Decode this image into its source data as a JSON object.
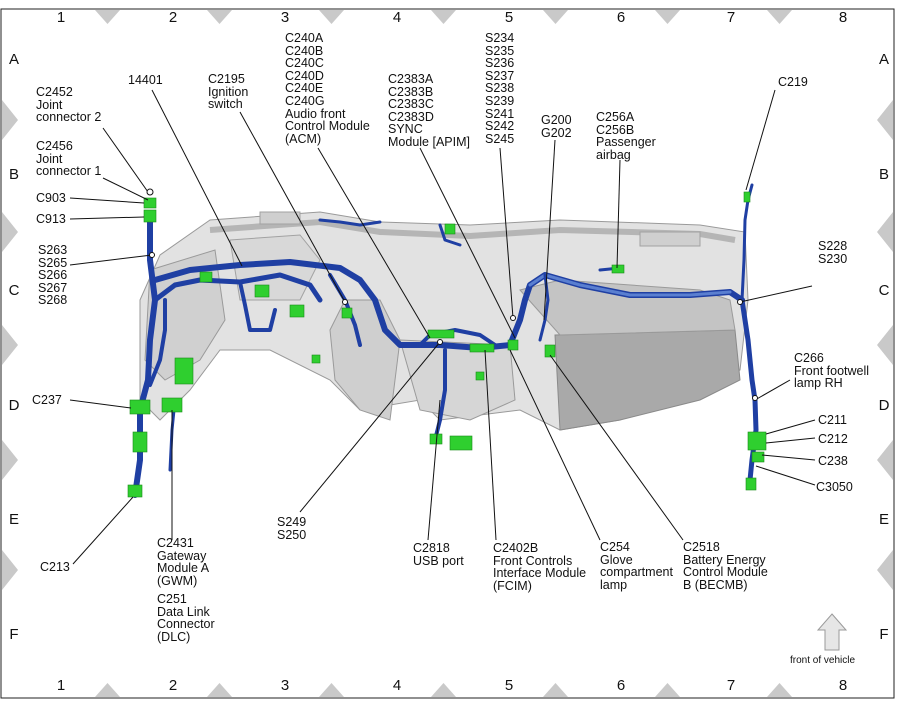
{
  "grid": {
    "columns": [
      "1",
      "2",
      "3",
      "4",
      "5",
      "6",
      "7",
      "8"
    ],
    "rows": [
      "A",
      "B",
      "C",
      "D",
      "E",
      "F"
    ]
  },
  "callouts": {
    "c2452": "C2452\nJoint\nconnector 2",
    "c2456": "C2456\nJoint\nconnector 1",
    "c903": "C903",
    "c913": "C913",
    "s263": "S263\nS265\nS266\nS267\nS268",
    "c237": "C237",
    "c213": "C213",
    "n14401": "14401",
    "c2195": "C2195\nIgnition\nswitch",
    "c240": "C240A\nC240B\nC240C\nC240D\nC240E\nC240G\nAudio front\nControl Module\n(ACM)",
    "c2383": "C2383A\nC2383B\nC2383C\nC2383D\nSYNC\nModule [APIM]",
    "s234": "S234\nS235\nS236\nS237\nS238\nS239\nS241\nS242\nS245",
    "g200": "G200\nG202",
    "c256": "C256A\nC256B\nPassenger\nairbag",
    "c219": "C219",
    "s228": "S228\nS230",
    "c266": "C266\nFront footwell\nlamp RH",
    "c211": "C211",
    "c212": "C212",
    "c238": "C238",
    "c3050": "C3050",
    "c2431": "C2431\nGateway\nModule A\n(GWM)",
    "c251": "C251\nData Link\nConnector\n(DLC)",
    "s249": "S249\nS250",
    "c2818": "C2818\nUSB port",
    "c2402b": "C2402B\nFront Controls\nInterface Module\n(FCIM)",
    "c254": "C254\nGlove\ncompartment\nlamp",
    "c2518": "C2518\nBattery Energy\nControl Module\nB (BECMB)"
  },
  "front_of_vehicle": "front of vehicle",
  "colors": {
    "harness": "#1f3fa3",
    "harness_light": "#5a7fd0",
    "connector": "#2fcf2f",
    "panel": "#d8d8d8",
    "panel_edge": "#9a9a9a",
    "triangle": "#c9c9c9"
  }
}
